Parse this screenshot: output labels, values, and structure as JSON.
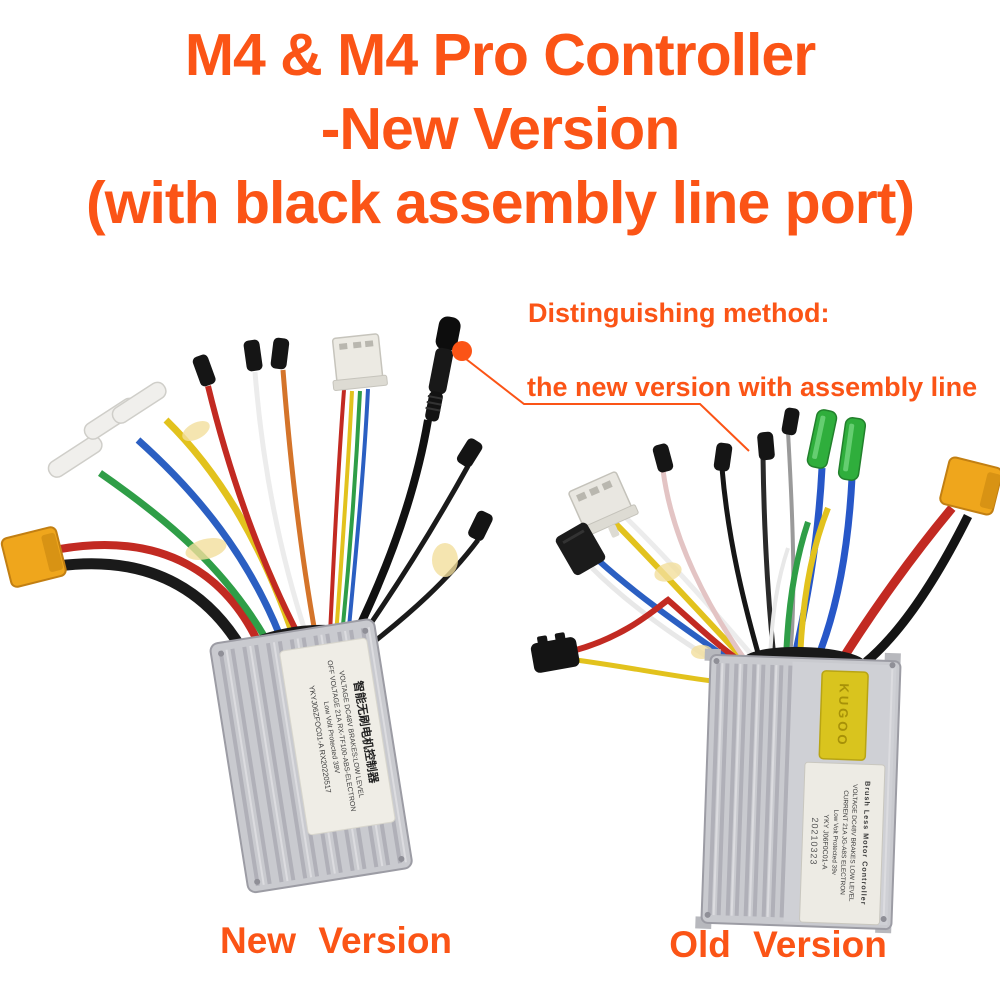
{
  "page": {
    "background": "#ffffff",
    "accent_orange": "#fb5416",
    "aluminum": "#c9cacf",
    "gold_label": "#d9c41e"
  },
  "header": {
    "line1": "M4 & M4 Pro Controller",
    "line2": "-New Version",
    "line3": "(with black assembly line port)"
  },
  "annotation": {
    "heading": "Distinguishing method:",
    "note": "the new version with assembly line"
  },
  "controllers": {
    "new": {
      "caption": "New Version",
      "label": {
        "title_cn": "智能无刷电机控制器",
        "row1": "VOLTAGE DC48V  BRAKES:LOW LEVEL",
        "row2": "OFF VOLTAGE 21A  RX-TF100-ABS-ELECTRON",
        "row3": "Low Volt Protected 39V",
        "row4": "YKYJ06ZFOC01-A  RX20220517"
      }
    },
    "old": {
      "caption": "Old Version",
      "brand": "KUGOO",
      "label": {
        "row1": "Brush Less Motor Controller",
        "row2": "VOLTAGE DC48V  BRAKES LOW LEVEL",
        "row3": "CURRENT 21A  JG-A8S ELECTRON",
        "row4": "Low Volt Protected 39v",
        "row5": "YKY J06F0C01-A",
        "row6": "20210323"
      }
    }
  }
}
